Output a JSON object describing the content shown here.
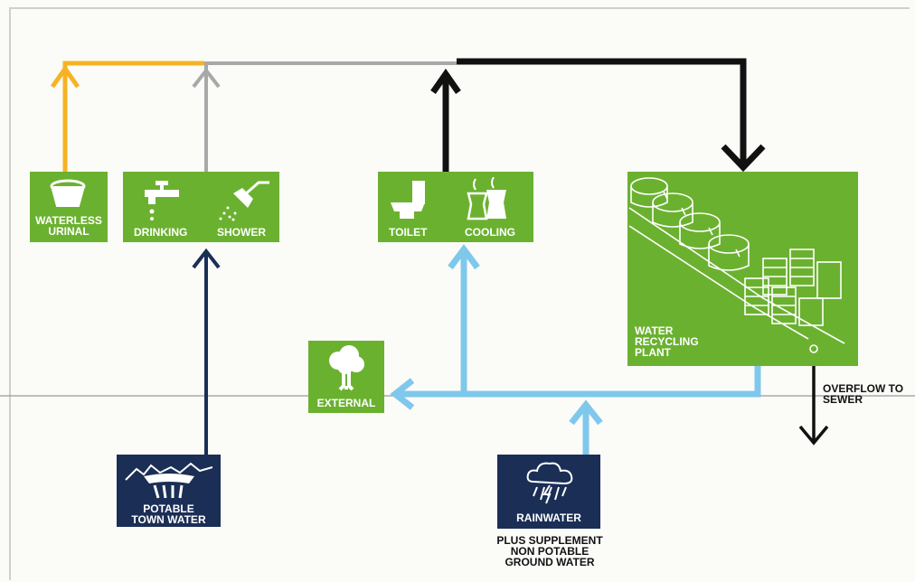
{
  "nodes": {
    "waterless_urinal": "WATERLESS\nURINAL",
    "drinking": "DRINKING",
    "shower": "SHOWER",
    "toilet": "TOILET",
    "cooling": "COOLING",
    "water_recycling_plant": "WATER\nRECYCLING\nPLANT",
    "external": "EXTERNAL",
    "potable_town_water": "POTABLE\nTOWN WATER",
    "rainwater": "RAINWATER"
  },
  "notes": {
    "overflow": "OVERFLOW TO\nSEWER",
    "supplement": "PLUS SUPPLEMENT\nNON POTABLE\nGROUND WATER"
  },
  "colors": {
    "box_green": "#6bb130",
    "box_navy": "#1b2e55",
    "flow_yellow": "#f5b324",
    "flow_grey": "#a8a8a8",
    "flow_black": "#111111",
    "flow_navy": "#1b2e55",
    "flow_lightblue": "#7fc8ec"
  },
  "icons": [
    "bucket-icon",
    "tap-icon",
    "shower-head-icon",
    "toilet-icon",
    "cooling-tower-icon",
    "recycling-plant-icon",
    "tree-icon",
    "dam-icon",
    "storm-cloud-icon"
  ]
}
